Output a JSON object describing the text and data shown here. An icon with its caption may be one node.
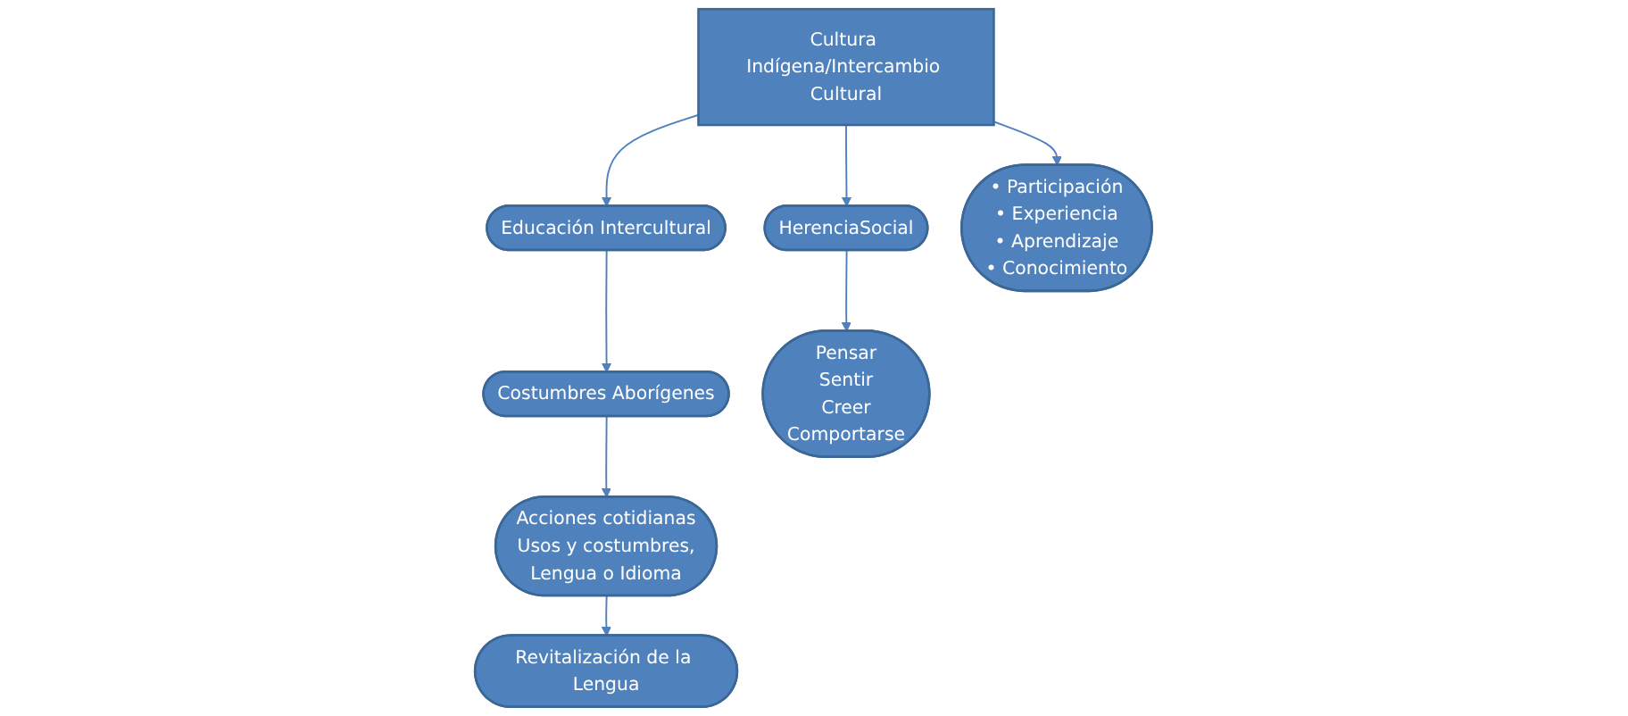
{
  "diagram": {
    "nodes": [
      {
        "text": [
          "Cultura Indígena/Intercambio Cultural"
        ]
      },
      {
        "text": [
          "Educación Intercultural"
        ]
      },
      {
        "text": [
          "HerenciaSocial"
        ]
      },
      {
        "text": [
          "• Participación",
          "• Experiencia",
          "• Aprendizaje",
          "• Conocimiento"
        ]
      },
      {
        "text": [
          "Costumbres Aborígenes"
        ]
      },
      {
        "text": [
          "Pensar",
          "Sentir",
          "Creer",
          "Comportarse"
        ]
      },
      {
        "text": [
          "Acciones cotidianas",
          "Usos y costumbres,",
          "Lengua o Idioma"
        ]
      },
      {
        "text": [
          "Revitalización de la Lengua"
        ]
      }
    ],
    "edges": [
      {
        "from": 0,
        "to": 1,
        "arrow": "to"
      },
      {
        "from": 0,
        "to": 2,
        "arrow": "to"
      },
      {
        "from": 0,
        "to": 3,
        "arrow": "to"
      },
      {
        "from": 1,
        "to": 4,
        "arrow": "to"
      },
      {
        "from": 2,
        "to": 5,
        "arrow": "to"
      },
      {
        "from": 4,
        "to": 6,
        "arrow": "to"
      },
      {
        "from": 6,
        "to": 7,
        "arrow": "to"
      }
    ]
  }
}
